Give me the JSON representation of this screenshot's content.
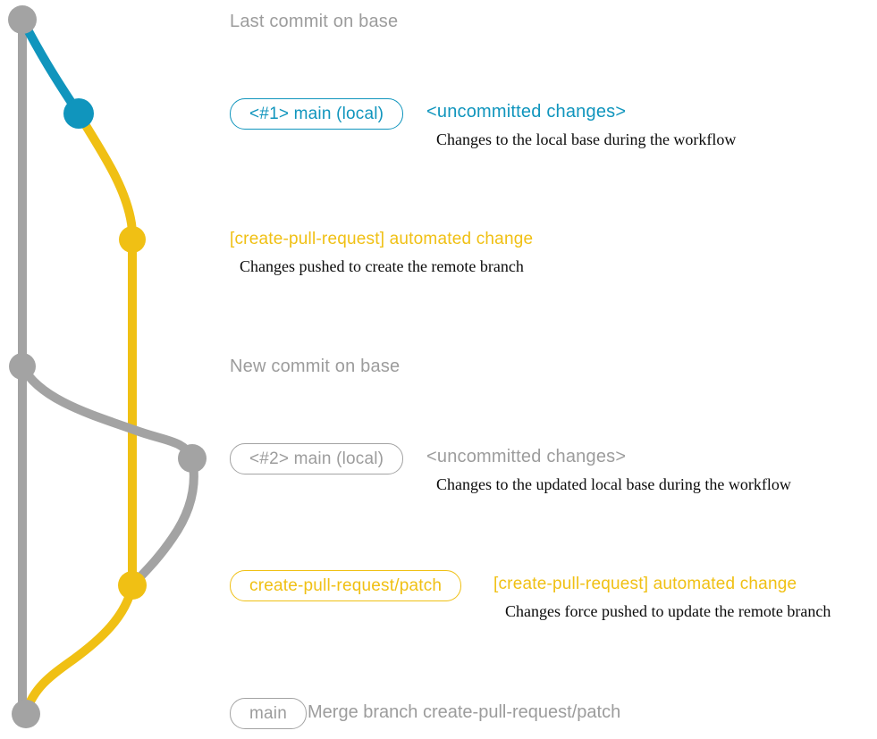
{
  "colors": {
    "gray": "#a3a3a3",
    "gray_text": "#9c9c9c",
    "blue": "#1095bd",
    "yellow": "#f0c014",
    "caption": "#0b0b0b"
  },
  "rows": {
    "last_commit": {
      "title": "Last commit on base"
    },
    "commit1": {
      "badge": "<#1> main (local)",
      "status": "<uncommitted changes>",
      "caption": "Changes to the local base during the workflow"
    },
    "push1": {
      "heading": "[create-pull-request] automated change",
      "caption": "Changes pushed to create the remote branch"
    },
    "new_commit": {
      "title": "New commit on base"
    },
    "commit2": {
      "badge": "<#2> main (local)",
      "status": "<uncommitted changes>",
      "caption": "Changes to the updated local base during the workflow"
    },
    "push2": {
      "badge": "create-pull-request/patch",
      "heading": "[create-pull-request] automated change",
      "caption": "Changes force pushed to update the remote branch"
    },
    "merge": {
      "badge": "main",
      "caption": "Merge branch create-pull-request/patch"
    }
  }
}
